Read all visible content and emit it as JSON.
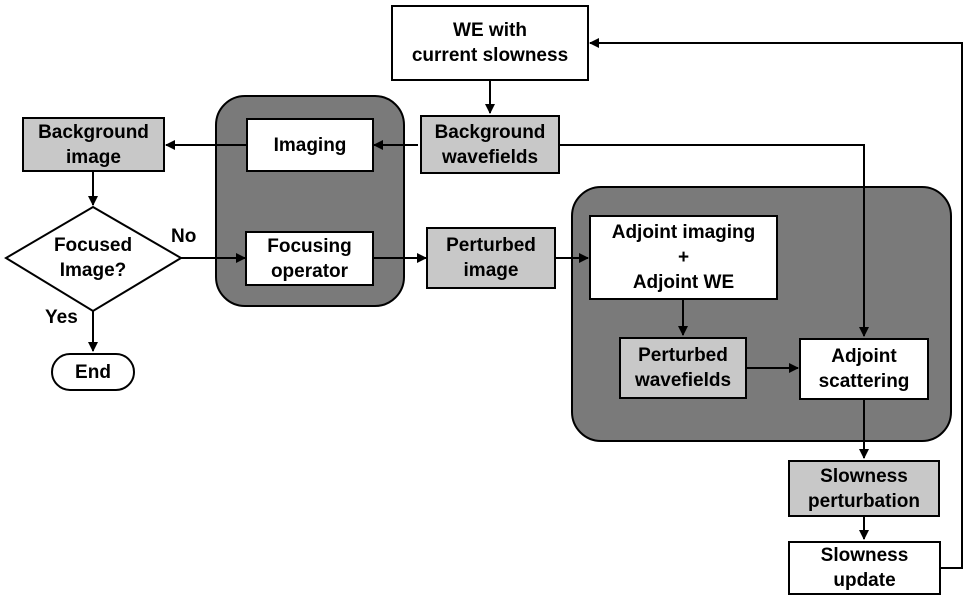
{
  "nodes": {
    "we_current": "WE with\ncurrent slowness",
    "background_wavefields": "Background\nwavefields",
    "background_image": "Background\nimage",
    "imaging": "Imaging",
    "focusing_operator": "Focusing\noperator",
    "focused_image": "Focused\nImage?",
    "end": "End",
    "perturbed_image": "Perturbed\nimage",
    "adjoint_imaging": "Adjoint  imaging\n+\nAdjoint WE",
    "perturbed_wavefields": "Perturbed\nwavefields",
    "adjoint_scattering": "Adjoint\nscattering",
    "slowness_perturbation": "Slowness\nperturbation",
    "slowness_update": "Slowness\nupdate"
  },
  "edge_labels": {
    "no": "No",
    "yes": "Yes"
  },
  "colors": {
    "group_fill": "#7a7a7a",
    "gray_node": "#c8c8c8"
  }
}
